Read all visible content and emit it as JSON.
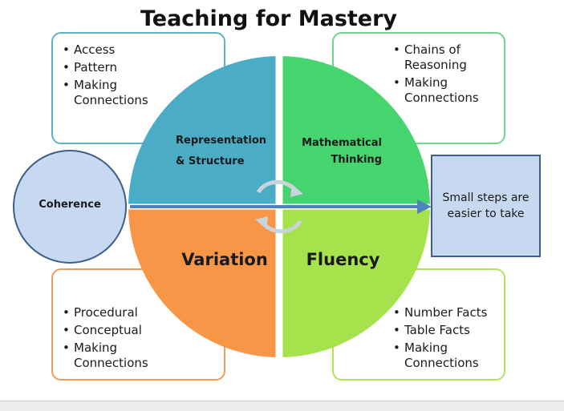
{
  "title": "Teaching for Mastery",
  "colors": {
    "representation": "#4bacc6",
    "mathematical_thinking": "#46d46e",
    "variation": "#f79646",
    "fluency": "#a5e24b",
    "coherence_fill": "#c6d9f1",
    "coherence_stroke": "#3e5f8a",
    "arrow": "#4f81bd"
  },
  "quadrants": {
    "representation": {
      "line1": "Representation",
      "line2": "& Structure"
    },
    "mathematical_thinking": {
      "line1": "Mathematical",
      "line2": "Thinking"
    },
    "variation": {
      "label": "Variation"
    },
    "fluency": {
      "label": "Fluency"
    }
  },
  "boxes": {
    "top_left": {
      "items": [
        "Access",
        "Pattern",
        "Making Connections"
      ]
    },
    "top_right": {
      "items": [
        "Chains of Reasoning",
        "Making Connections"
      ]
    },
    "bottom_left": {
      "items": [
        "Procedural",
        "Conceptual",
        "Making Connections"
      ]
    },
    "bottom_right": {
      "items": [
        "Number Facts",
        "Table Facts",
        "Making Connections"
      ]
    }
  },
  "coherence": {
    "label": "Coherence"
  },
  "small_steps": {
    "text": "Small steps are easier to take"
  }
}
